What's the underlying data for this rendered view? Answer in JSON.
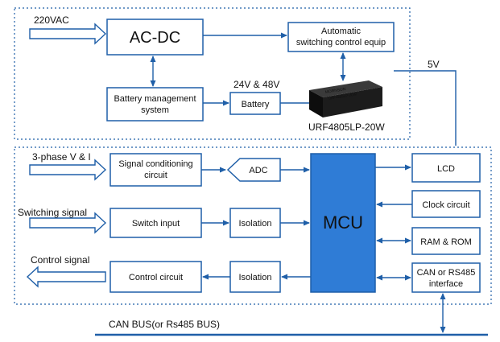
{
  "inputs": {
    "ac_in": "220VAC",
    "three_phase": "3-phase V & I",
    "switching_signal": "Switching signal",
    "control_signal": "Control signal"
  },
  "blocks": {
    "ac_dc": "AC-DC",
    "auto_switch": [
      "Automatic",
      "switching control equip"
    ],
    "battery_mgmt": [
      "Battery management",
      "system"
    ],
    "battery": "Battery",
    "signal_cond": [
      "Signal conditioning",
      "circuit"
    ],
    "adc": "ADC",
    "switch_input": "Switch input",
    "isolation_1": "Isolation",
    "isolation_2": "Isolation",
    "control_circuit": "Control circuit",
    "mcu": "MCU",
    "lcd": "LCD",
    "clock": "Clock circuit",
    "ram_rom": "RAM & ROM",
    "can_rs485": [
      "CAN or RS485",
      "interface"
    ]
  },
  "labels": {
    "voltage": "24V & 48V",
    "five_v": "5V",
    "module_part": "URF4805LP-20W",
    "module_brand": "MORNSUN",
    "module_print": "URF4805LP-20W",
    "bus": "CAN BUS(or Rs485 BUS)"
  }
}
